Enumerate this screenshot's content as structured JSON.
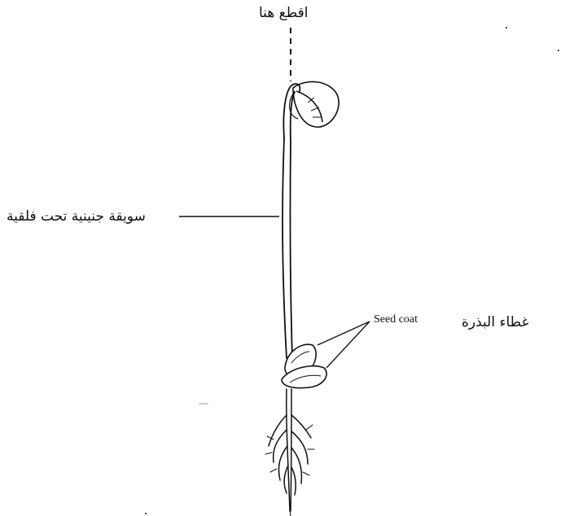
{
  "labels": {
    "cut_here_ar": "اقطع هنا",
    "hypocotyl_ar": "سويقة جنينية تحت فلقية",
    "seed_coat_en": "Seed coat",
    "seed_coat_ar": "غطاء البذرة"
  },
  "colors": {
    "ink": "#111111",
    "background": "#ffffff"
  }
}
